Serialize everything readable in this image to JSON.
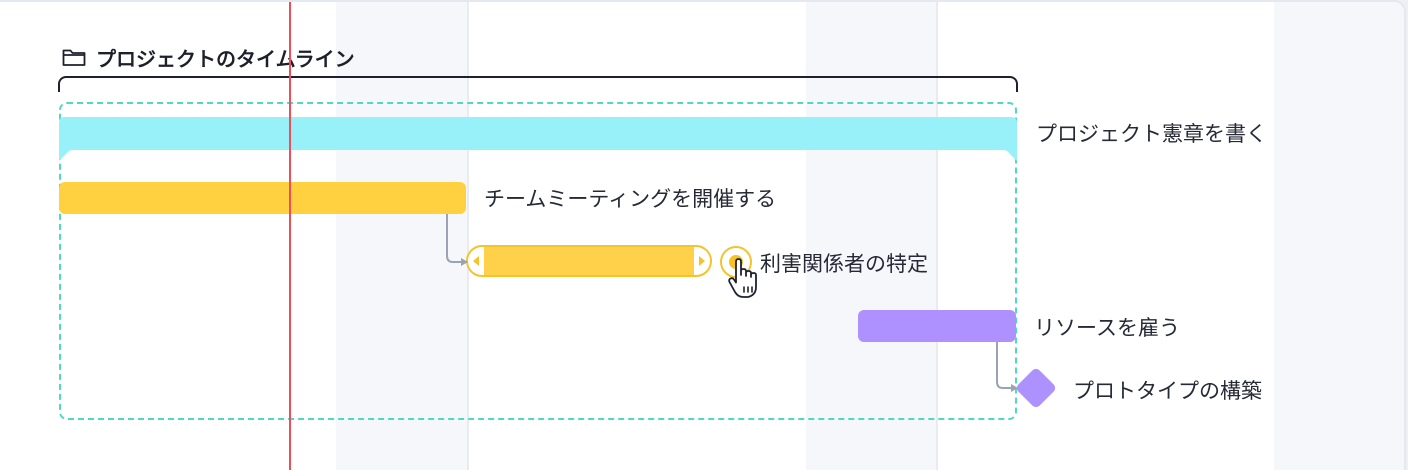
{
  "timeline": {
    "title": "プロジェクトのタイムライン",
    "folder_icon": "folder-icon"
  },
  "tasks": [
    {
      "id": "charter",
      "label": "プロジェクト憲章を書く",
      "color": "#98f0f8",
      "type": "summary"
    },
    {
      "id": "meeting",
      "label": "チームミーティングを開催する",
      "color": "#ffd03f",
      "type": "task"
    },
    {
      "id": "stakeholders",
      "label": "利害関係者の特定",
      "color": "#ffd03f",
      "type": "task",
      "selected": true
    },
    {
      "id": "resources",
      "label": "リソースを雇う",
      "color": "#ae90ff",
      "type": "task"
    },
    {
      "id": "prototype",
      "label": "プロトタイプの構築",
      "color": "#ae90ff",
      "type": "milestone"
    }
  ],
  "colors": {
    "today_line": "#ef4d5a",
    "group_dashed_border": "#4fd9c3",
    "weekend_shade": "#f6f7fa",
    "dependency_arrow": "#9aa3b5"
  }
}
